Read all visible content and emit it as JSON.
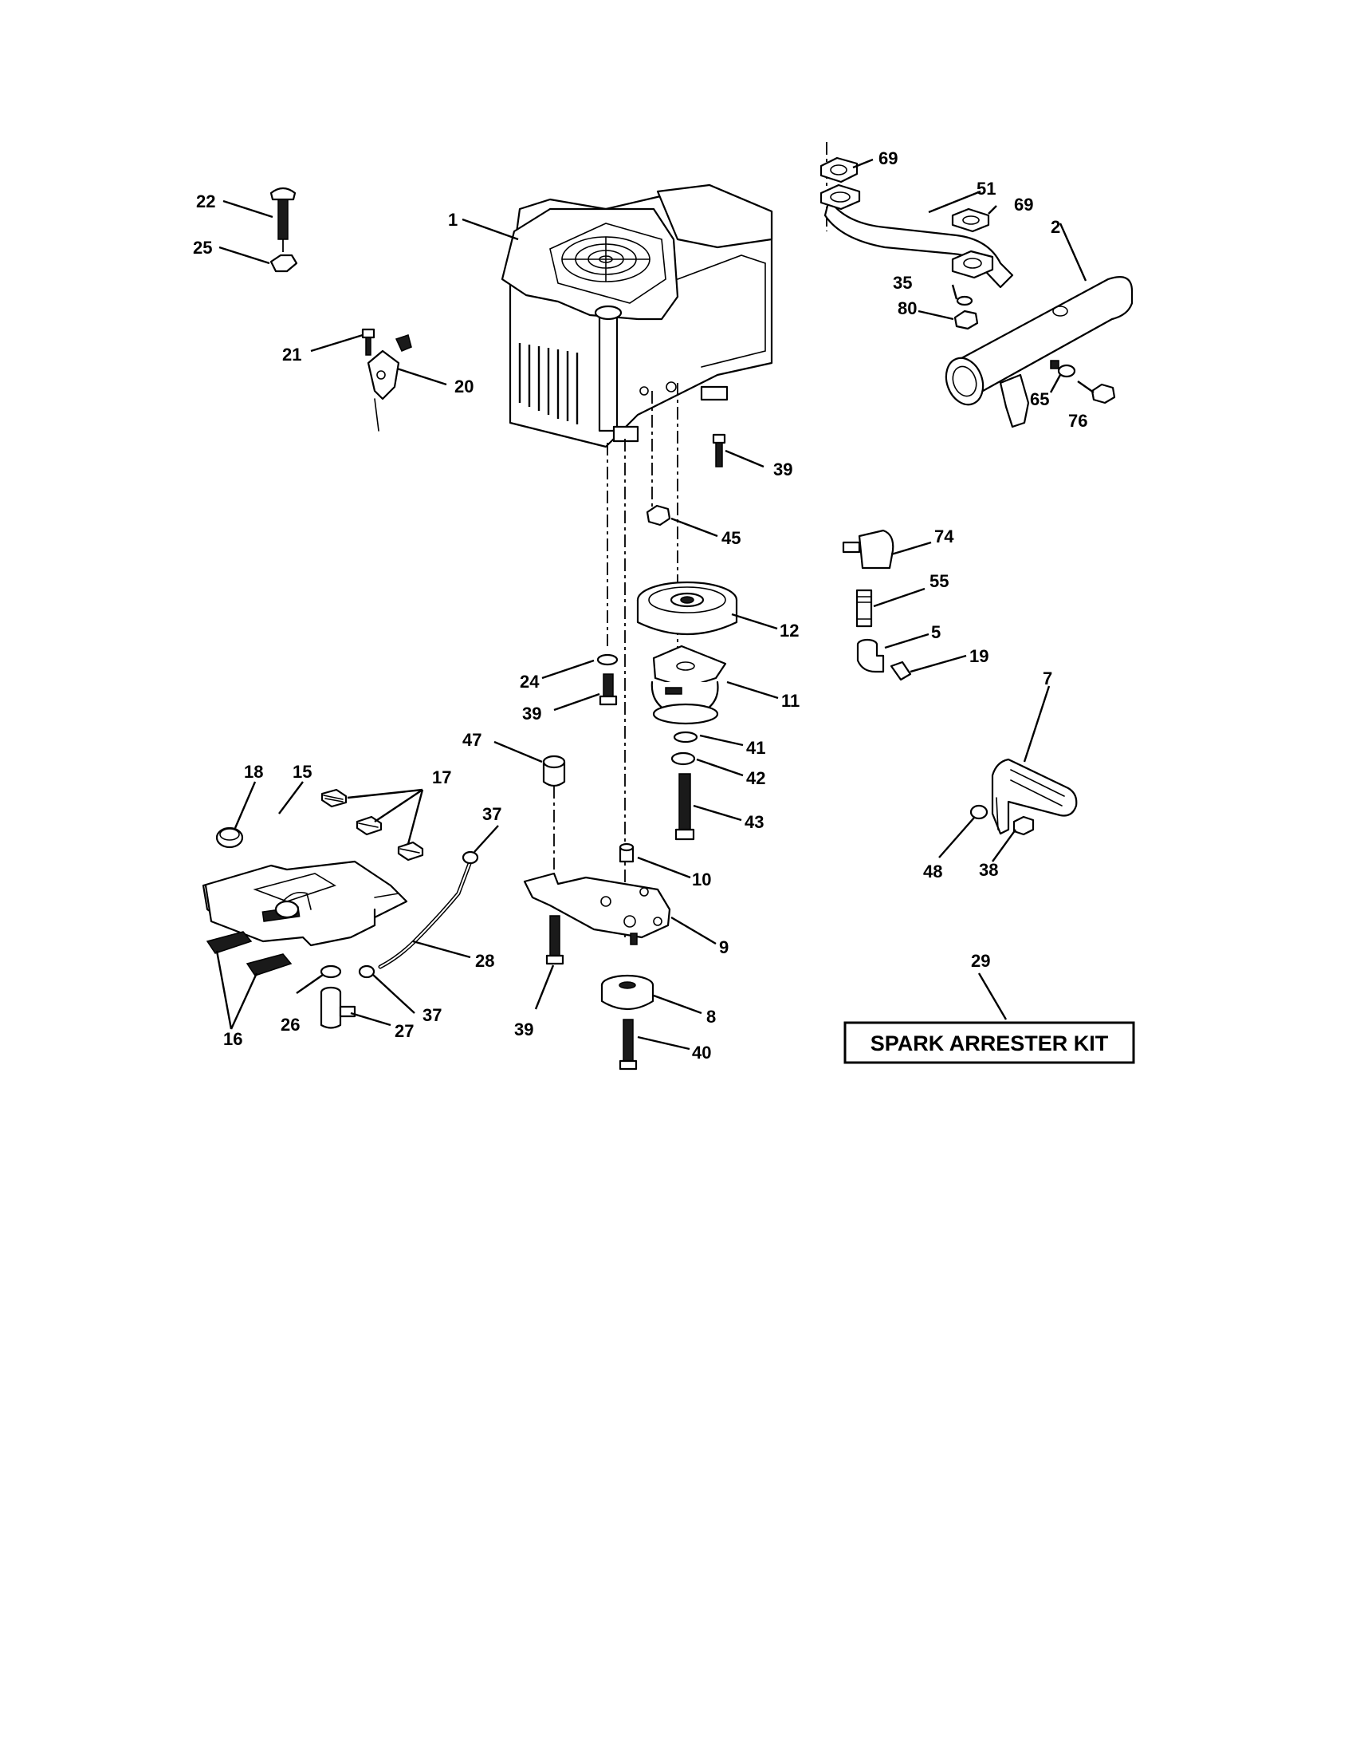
{
  "callouts": {
    "c1": "1",
    "c2": "2",
    "c5": "5",
    "c7": "7",
    "c8": "8",
    "c9": "9",
    "c10": "10",
    "c11": "11",
    "c12": "12",
    "c15": "15",
    "c16": "16",
    "c17": "17",
    "c18": "18",
    "c19": "19",
    "c20": "20",
    "c21": "21",
    "c22": "22",
    "c24": "24",
    "c25": "25",
    "c26": "26",
    "c27": "27",
    "c28": "28",
    "c29": "29",
    "c35": "35",
    "c37a": "37",
    "c37b": "37",
    "c38": "38",
    "c39a": "39",
    "c39b": "39",
    "c39c": "39",
    "c40": "40",
    "c41": "41",
    "c42": "42",
    "c43": "43",
    "c45": "45",
    "c47": "47",
    "c48": "48",
    "c51": "51",
    "c55": "55",
    "c65": "65",
    "c69a": "69",
    "c69b": "69",
    "c74": "74",
    "c76": "76",
    "c80": "80"
  },
  "kit": {
    "label": "SPARK ARRESTER KIT"
  }
}
